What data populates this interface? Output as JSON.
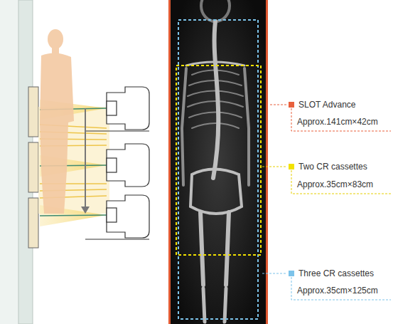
{
  "diagram": {
    "labels": [
      "Approx.141cm×42cm",
      "Approx.35cm×83cm",
      "Approx.35cm×125cm"
    ],
    "legend": [
      {
        "text": "SLOT Advance",
        "color": "#e8603c"
      },
      {
        "text": "Two CR cassettes",
        "color": "#f2e200"
      },
      {
        "text": "Three CR cassettes",
        "color": "#7cc3ea"
      }
    ]
  }
}
